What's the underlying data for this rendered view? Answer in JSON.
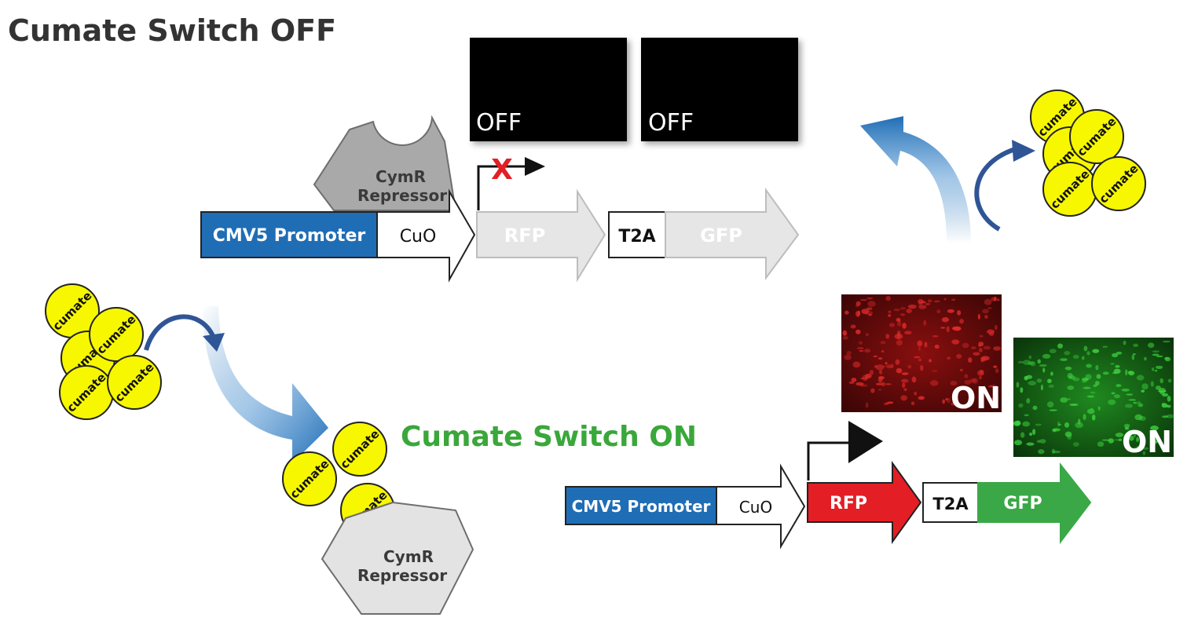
{
  "title_off": "Cumate Switch OFF",
  "title_on": "Cumate Switch ON",
  "off_construct": {
    "promoter": "CMV5 Promoter",
    "operator": "CuO",
    "reporter1": "RFP",
    "linker": "T2A",
    "reporter2": "GFP",
    "repressor_line1": "CymR",
    "repressor_line2": "Repressor",
    "block_mark": "X"
  },
  "on_construct": {
    "promoter": "CMV5 Promoter",
    "operator": "CuO",
    "reporter1": "RFP",
    "linker": "T2A",
    "reporter2": "GFP",
    "repressor_line1": "CymR",
    "repressor_line2": "Repressor"
  },
  "micrographs": {
    "off_left": "OFF",
    "off_right": "OFF",
    "on_red": "ON",
    "on_green": "ON"
  },
  "ligand_label": "cumate",
  "colors": {
    "promoter_blue": "#1f6db5",
    "title_on_green": "#3aa73a",
    "rfp_red": "#e41e25",
    "gfp_green": "#3aa847",
    "inactive_gray": "#e6e6e6",
    "cumate_yellow": "#f7f700",
    "arrow_blue": "#1f6db5",
    "repressor_gray": "#bdbdbd"
  }
}
